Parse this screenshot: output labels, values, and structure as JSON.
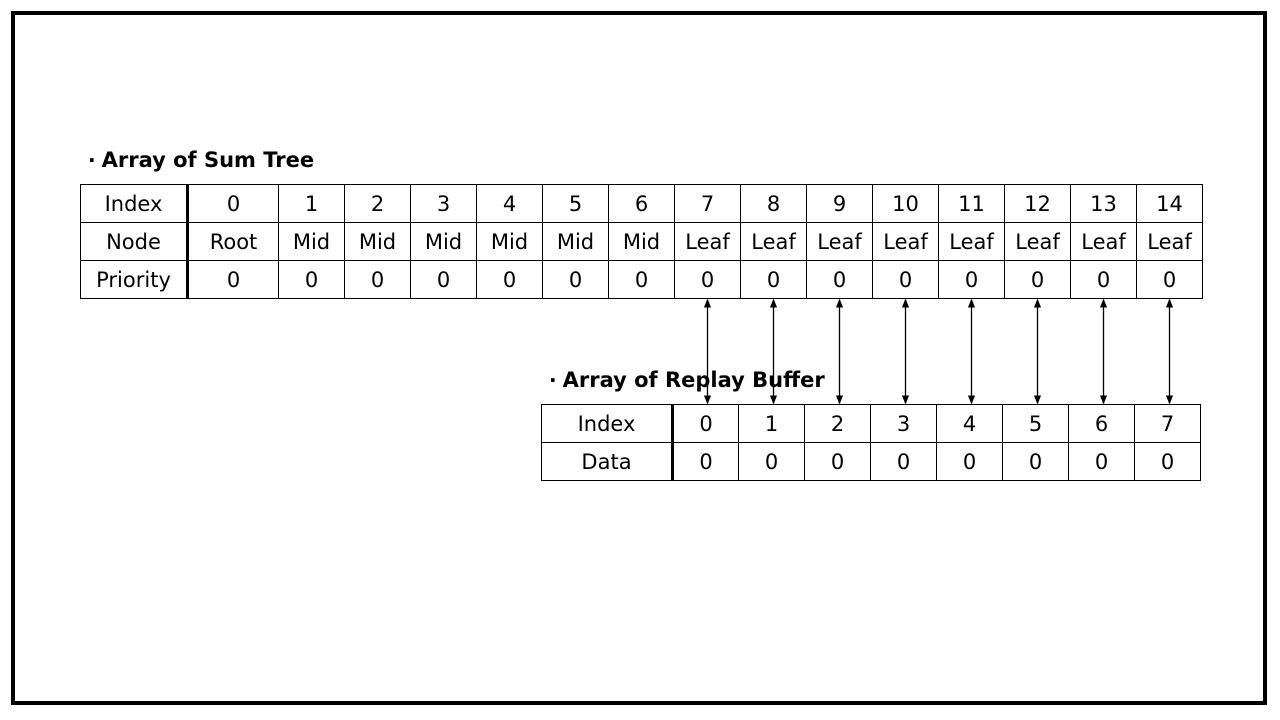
{
  "sum_tree": {
    "title": "Array of Sum Tree",
    "rows": [
      {
        "header": "Index",
        "cells": [
          "0",
          "1",
          "2",
          "3",
          "4",
          "5",
          "6",
          "7",
          "8",
          "9",
          "10",
          "11",
          "12",
          "13",
          "14"
        ]
      },
      {
        "header": "Node",
        "cells": [
          "Root",
          "Mid",
          "Mid",
          "Mid",
          "Mid",
          "Mid",
          "Mid",
          "Leaf",
          "Leaf",
          "Leaf",
          "Leaf",
          "Leaf",
          "Leaf",
          "Leaf",
          "Leaf"
        ]
      },
      {
        "header": "Priority",
        "cells": [
          "0",
          "0",
          "0",
          "0",
          "0",
          "0",
          "0",
          "0",
          "0",
          "0",
          "0",
          "0",
          "0",
          "0",
          "0"
        ]
      }
    ]
  },
  "replay_buffer": {
    "title": "Array of Replay Buffer",
    "rows": [
      {
        "header": "Index",
        "cells": [
          "0",
          "1",
          "2",
          "3",
          "4",
          "5",
          "6",
          "7"
        ]
      },
      {
        "header": "Data",
        "cells": [
          "0",
          "0",
          "0",
          "0",
          "0",
          "0",
          "0",
          "0"
        ]
      }
    ]
  },
  "bullet": "·"
}
